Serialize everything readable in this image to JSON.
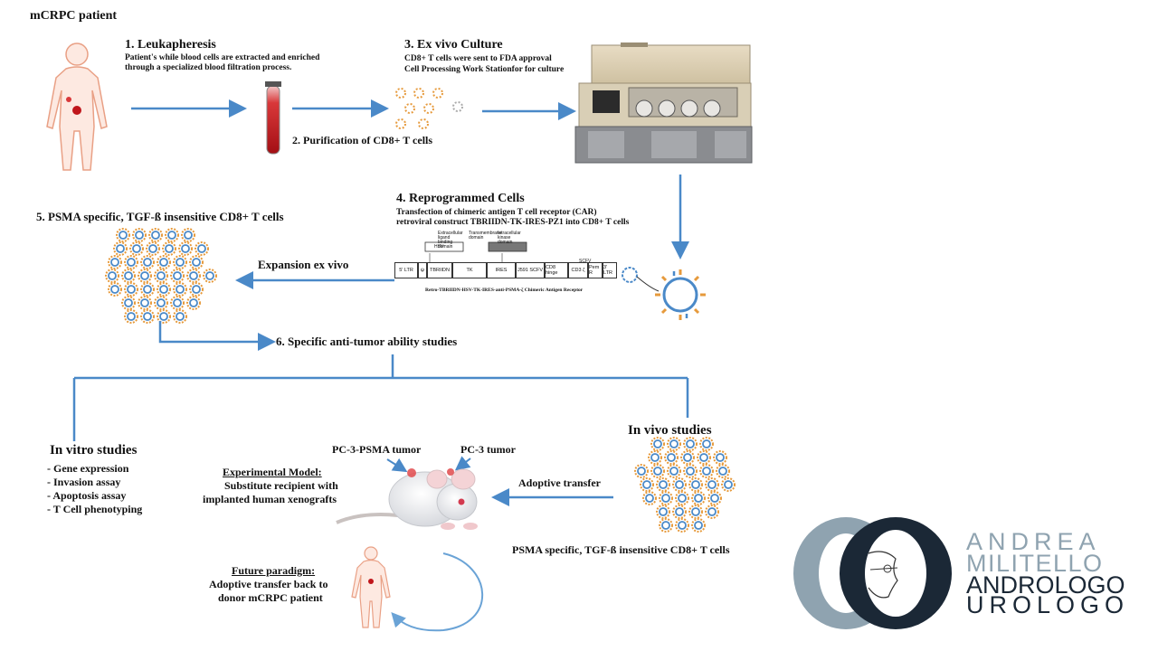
{
  "patient_title": "mCRPC patient",
  "steps": {
    "s1_title": "1. Leukapheresis",
    "s1_desc_1": "Patient's while blood cells are extracted and enriched",
    "s1_desc_2": "through a specialized blood filtration process.",
    "s2_title": "2. Purification of CD8+ T cells",
    "s3_title": "3. Ex vivo Culture",
    "s3_desc_1": "CD8+ T cells were sent to FDA approval",
    "s3_desc_2": "Cell Processing Work Stationfor for culture",
    "s4_title": "4. Reprogrammed Cells",
    "s4_desc_1": "Transfection of chimeric antigen T cell receptor (CAR)",
    "s4_desc_2": "retroviral construct TBRIIDN-TK-IRES-PZ1 into CD8+ T cells",
    "s5_title": "5. PSMA specific, TGF-ß insensitive CD8+ T cells",
    "expansion_label": "Expansion ex vivo",
    "s6_title": "6. Specific anti-tumor ability studies"
  },
  "construct": {
    "caption": "Retro-TBRIIDN-HSV-TK-IRES-anti-PSMA-ζ Chimeric Antigen Receptor",
    "blocks": [
      "5' LTR",
      "ψ",
      "TBRIIDN",
      "TK",
      "IRES",
      "J591 SCFV",
      "CD8 hinge",
      "CD3 ζ",
      "Pem R",
      "3' LTR"
    ],
    "top_labels": [
      "Extracellular ligand binding domain",
      "Transmembrane domain",
      "Intracellular kinase domain"
    ],
    "sublabels": [
      "HSV",
      "SCFV"
    ]
  },
  "in_vitro": {
    "title": "In vitro studies",
    "items": [
      "- Gene expression",
      "- Invasion assay",
      "- Apoptosis assay",
      "- T Cell phenotyping"
    ]
  },
  "model": {
    "tumor_1": "PC-3-PSMA tumor",
    "tumor_2": "PC-3 tumor",
    "heading": "Experimental Model:",
    "desc_1": "Substitute recipient with",
    "desc_2": "implanted human xenografts"
  },
  "in_vivo": {
    "title": "In vivo studies",
    "adoptive": "Adoptive transfer",
    "cells_label": "PSMA specific, TGF-ß insensitive CD8+ T cells"
  },
  "future": {
    "heading": "Future paradigm:",
    "desc_1": "Adoptive transfer back to",
    "desc_2": "donor mCRPC patient"
  },
  "logo": {
    "line1": "ANDREA",
    "line2": "MILITELLO",
    "line3": "ANDROLOGO",
    "line4": "UROLOGO"
  },
  "colors": {
    "arrow": "#4a89c8",
    "cell_outer": "#e69a3c",
    "cell_inner": "#4a89c8",
    "tumor": "#d9383a",
    "logo_grey": "#8fa3b0",
    "logo_dark": "#1b2836"
  }
}
